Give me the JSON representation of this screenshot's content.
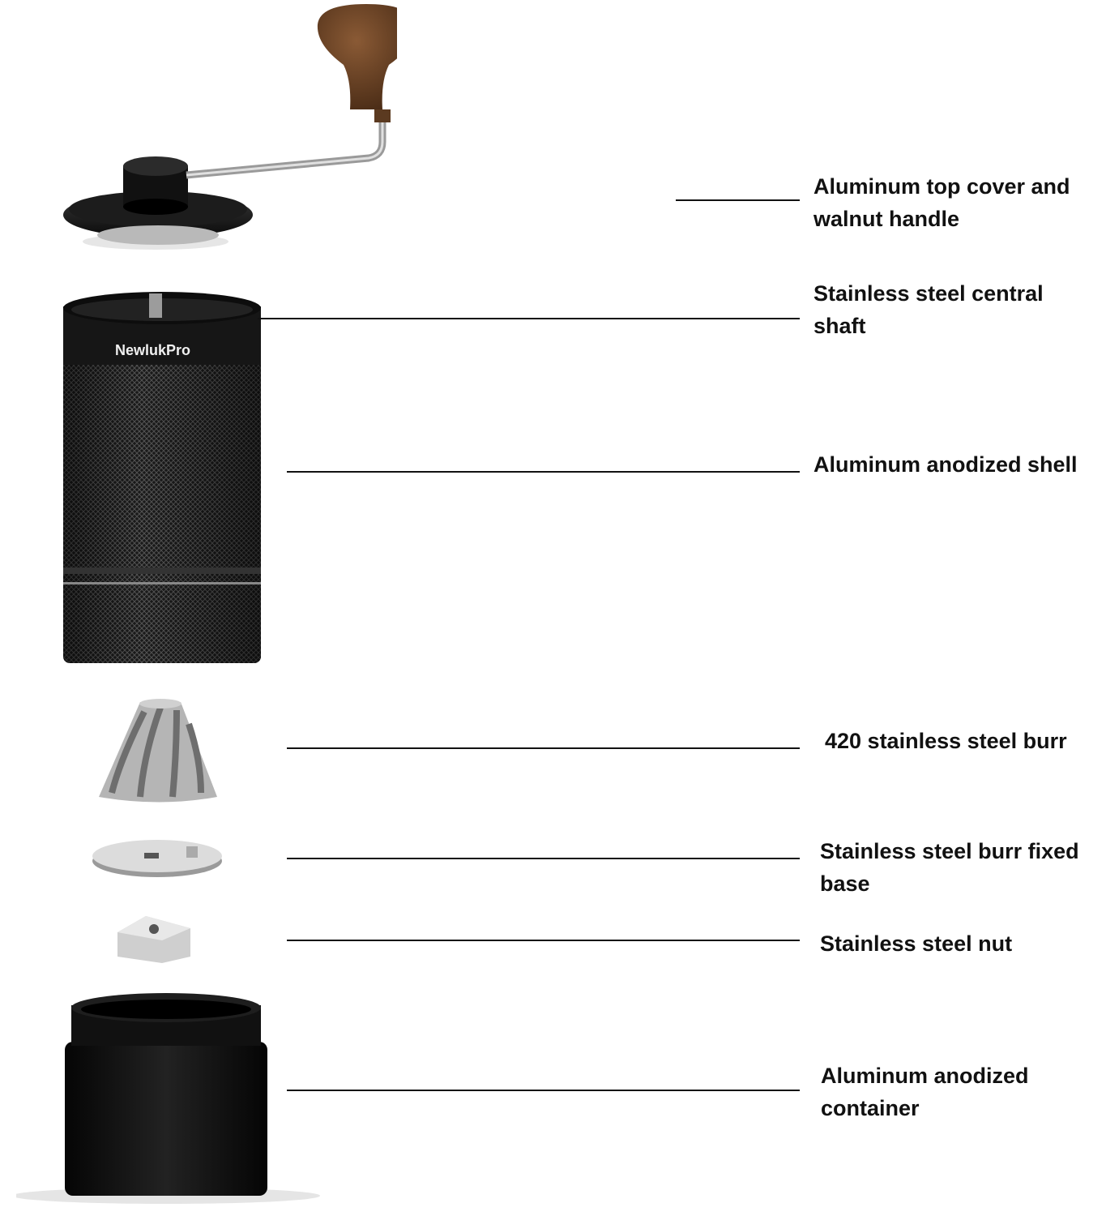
{
  "brand": "NewlukPro",
  "parts": [
    {
      "label_line1": "Aluminum top cover and",
      "label_line2": "walnut handle"
    },
    {
      "label_line1": "Stainless steel central",
      "label_line2": "shaft"
    },
    {
      "label_line1": "Aluminum anodized shell",
      "label_line2": ""
    },
    {
      "label_line1": "420 stainless steel burr",
      "label_line2": ""
    },
    {
      "label_line1": "Stainless steel burr fixed",
      "label_line2": "base"
    },
    {
      "label_line1": "Stainless steel nut",
      "label_line2": ""
    },
    {
      "label_line1": "Aluminum anodized",
      "label_line2": "container"
    }
  ],
  "colors": {
    "handle_wood": "#6b4226",
    "body": "#1a1a1a",
    "steel": "#c8c8c8",
    "line": "#111111"
  }
}
